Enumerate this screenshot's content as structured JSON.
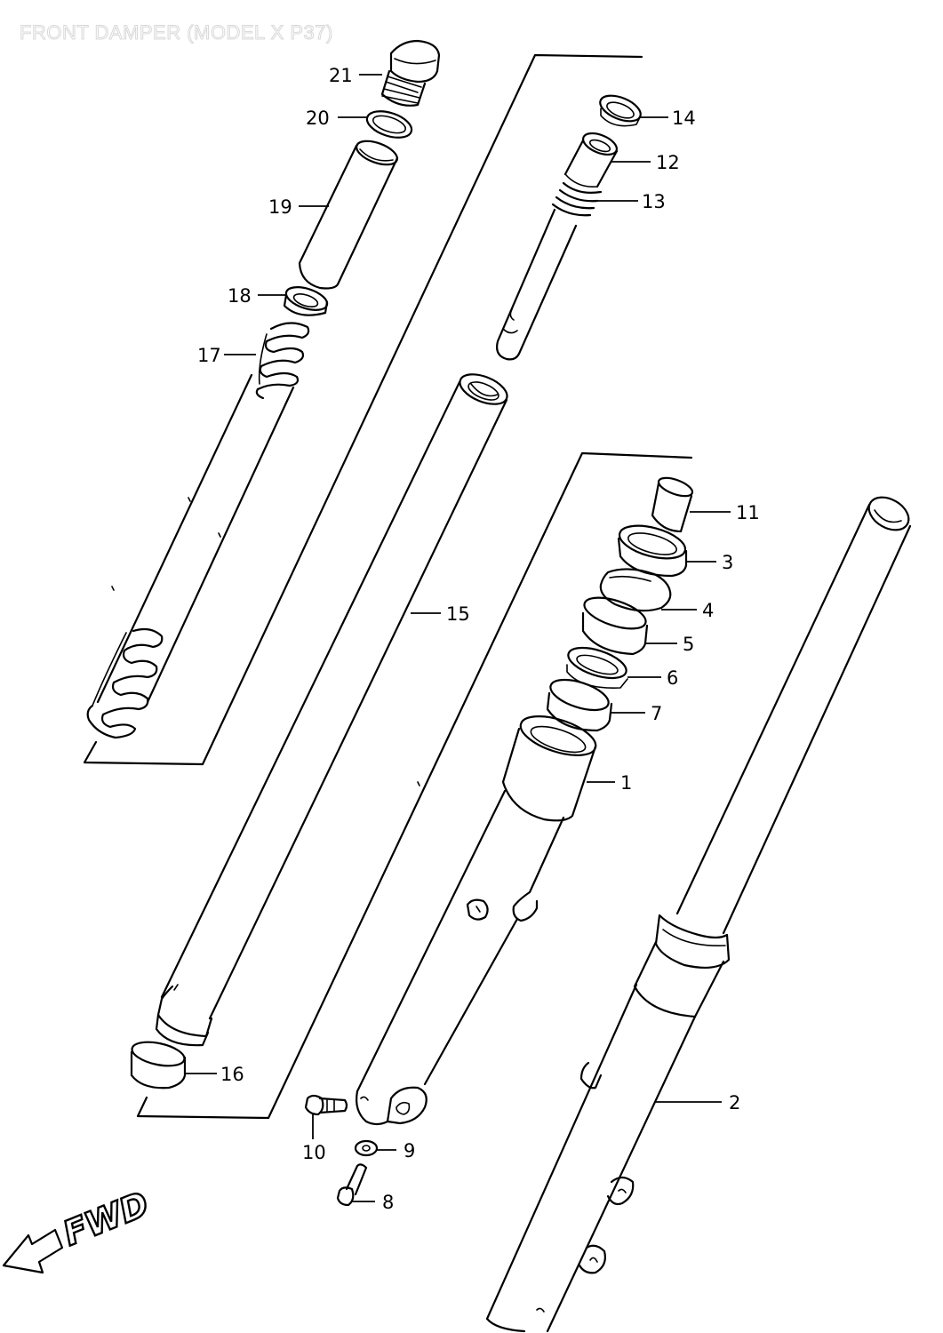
{
  "title": "FRONT DAMPER (MODEL X P37)",
  "direction_label": "FWD",
  "parts": [
    {
      "id": "1",
      "label": "1"
    },
    {
      "id": "2",
      "label": "2"
    },
    {
      "id": "3",
      "label": "3"
    },
    {
      "id": "4",
      "label": "4"
    },
    {
      "id": "5",
      "label": "5"
    },
    {
      "id": "6",
      "label": "6"
    },
    {
      "id": "7",
      "label": "7"
    },
    {
      "id": "8",
      "label": "8"
    },
    {
      "id": "9",
      "label": "9"
    },
    {
      "id": "10",
      "label": "10"
    },
    {
      "id": "11",
      "label": "11"
    },
    {
      "id": "12",
      "label": "12"
    },
    {
      "id": "13",
      "label": "13"
    },
    {
      "id": "14",
      "label": "14"
    },
    {
      "id": "15",
      "label": "15"
    },
    {
      "id": "16",
      "label": "16"
    },
    {
      "id": "17",
      "label": "17"
    },
    {
      "id": "18",
      "label": "18"
    },
    {
      "id": "19",
      "label": "19"
    },
    {
      "id": "20",
      "label": "20"
    },
    {
      "id": "21",
      "label": "21"
    }
  ]
}
